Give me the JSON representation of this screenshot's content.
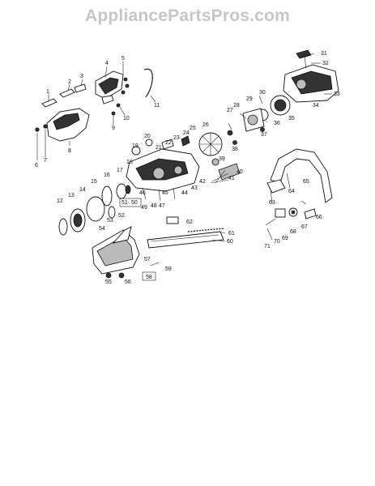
{
  "watermark": "AppliancePartsPros.com",
  "callouts": [
    "1",
    "2",
    "3",
    "4",
    "5",
    "6",
    "7",
    "8",
    "9",
    "10",
    "11",
    "12",
    "13",
    "14",
    "15",
    "16",
    "17",
    "18",
    "19",
    "20",
    "21",
    "22",
    "23",
    "24",
    "25",
    "26",
    "27",
    "28",
    "29",
    "30",
    "31",
    "32",
    "33",
    "34",
    "35",
    "36",
    "37",
    "38",
    "39",
    "40",
    "41",
    "42",
    "43",
    "44",
    "45",
    "46",
    "47",
    "48",
    "49",
    "50",
    "51",
    "52",
    "53",
    "54",
    "55",
    "56",
    "57",
    "58",
    "59",
    "60",
    "61",
    "62",
    "63",
    "64",
    "65",
    "66",
    "67",
    "68",
    "69",
    "70",
    "71"
  ]
}
